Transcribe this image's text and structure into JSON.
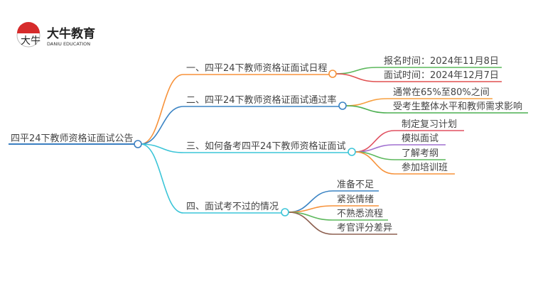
{
  "logo": {
    "name_cn": "大牛教育",
    "name_en": "DANIU EDUCATION",
    "mark_text": "大牛"
  },
  "root": {
    "label": "四平24下教师资格证面试公告",
    "color": "#3b7fc1"
  },
  "branches": [
    {
      "label": "一、四平24下教师资格证面试日程",
      "color": "#f7923a",
      "children": [
        {
          "label": "报名时间：2024年11月8日",
          "color": "#5cb85c"
        },
        {
          "label": "面试时间：2024年12月7日",
          "color": "#e05050"
        }
      ]
    },
    {
      "label": "二、四平24下教师资格证面试通过率",
      "color": "#3b84c4",
      "children": [
        {
          "label": "通常在65%至80%之间",
          "color": "#f7a040"
        },
        {
          "label": "受考生整体水平和教师需求影响",
          "color": "#4caf50"
        }
      ]
    },
    {
      "label": "三、如何备考四平24下教师资格证面试",
      "color": "#3cc5d8",
      "children": [
        {
          "label": "制定复习计划",
          "color": "#e05060"
        },
        {
          "label": "模拟面试",
          "color": "#a070d0"
        },
        {
          "label": "了解考纲",
          "color": "#5cb85c"
        },
        {
          "label": "参加培训班",
          "color": "#f7923a"
        }
      ]
    },
    {
      "label": "四、面试考不过的情况",
      "color": "#3cc5d8",
      "children": [
        {
          "label": "准备不足",
          "color": "#3b84c4"
        },
        {
          "label": "紧张情绪",
          "color": "#f7923a"
        },
        {
          "label": "不熟悉流程",
          "color": "#5cb85c"
        },
        {
          "label": "考官评分差异",
          "color": "#8d6050"
        }
      ]
    }
  ]
}
